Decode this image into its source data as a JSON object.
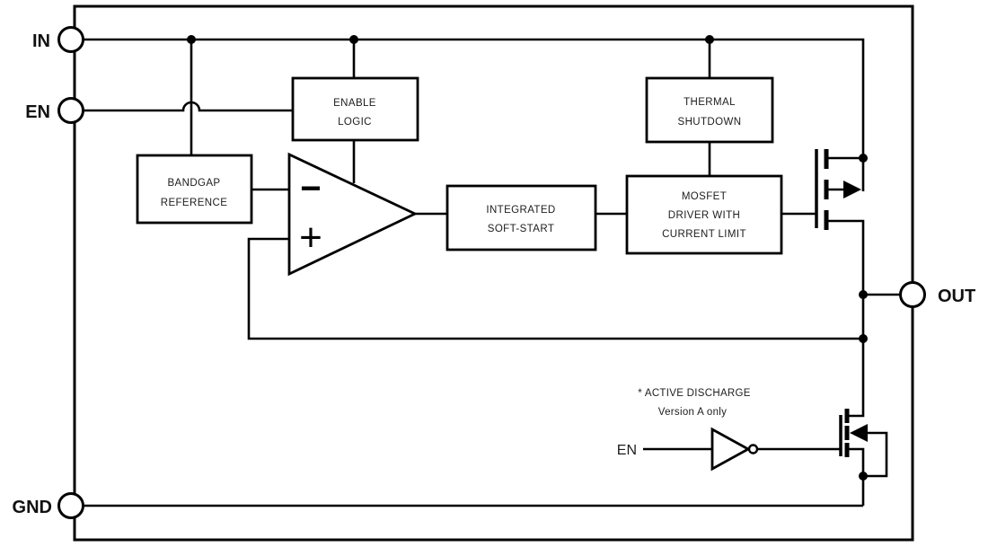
{
  "pins": {
    "in": "IN",
    "en": "EN",
    "gnd": "GND",
    "out": "OUT"
  },
  "blocks": {
    "enable_logic": {
      "line1": "ENABLE",
      "line2": "LOGIC"
    },
    "bandgap_reference": {
      "line1": "BANDGAP",
      "line2": "REFERENCE"
    },
    "thermal_shutdown": {
      "line1": "THERMAL",
      "line2": "SHUTDOWN"
    },
    "integrated_soft_start": {
      "line1": "INTEGRATED",
      "line2": "SOFT-START"
    },
    "mosfet_driver": {
      "line1": "MOSFET",
      "line2": "DRIVER WITH",
      "line3": "CURRENT LIMIT"
    }
  },
  "error_amplifier": {
    "inverting_input": "−",
    "noninverting_input": "+"
  },
  "active_discharge": {
    "note_line1": "* ACTIVE DISCHARGE",
    "note_line2": "Version A only",
    "en_label": "EN"
  },
  "colors": {
    "line": "#000000",
    "text": "#1d1d1d",
    "background": "#ffffff"
  }
}
